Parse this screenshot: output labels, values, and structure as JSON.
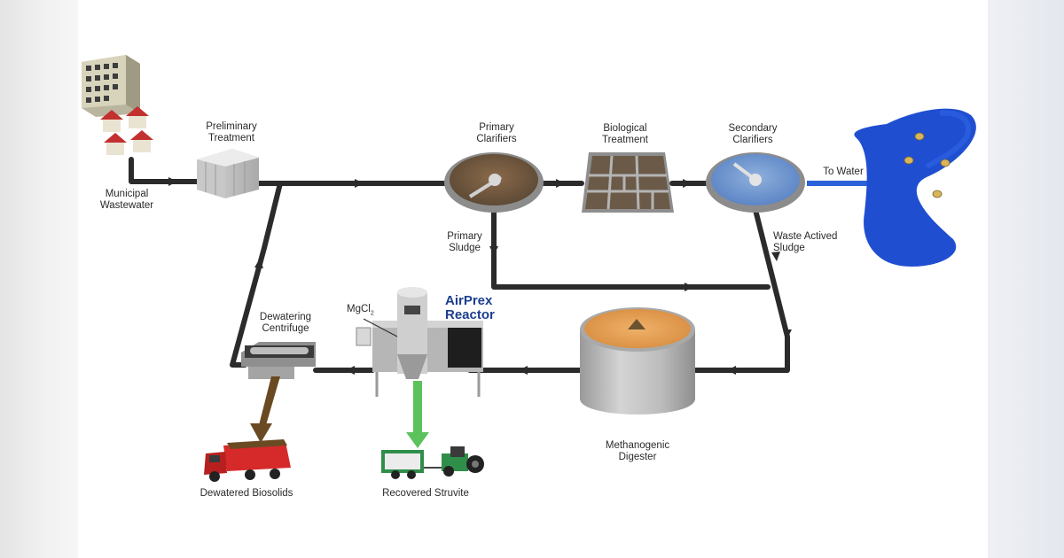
{
  "labels": {
    "municipal": "Municipal\nWastewater",
    "preliminary": "Preliminary\nTreatment",
    "primary_clarifiers": "Primary\nClarifiers",
    "biological": "Biological\nTreatment",
    "secondary_clarifiers": "Secondary\nClarifiers",
    "to_water": "To Water",
    "primary_sludge": "Primary\nSludge",
    "waste_sludge": "Waste Actived\nSludge",
    "airprex": "AirPrex\nReactor",
    "mgcl_base": "MgCl",
    "mgcl_sub": "2",
    "dewatering": "Dewatering\nCentrifuge",
    "digester": "Methanogenic\nDigester",
    "biosolids": "Dewatered Biosolids",
    "struvite": "Recovered Struvite"
  },
  "colors": {
    "pipe": "#2b2b2b",
    "water_body": "#1f4fd0",
    "to_water_arrow": "#2c62d8",
    "biosolids_arrow": "#6a4a22",
    "struvite_arrow": "#5cc25c",
    "airprex_text": "#1c3f8f",
    "digester_content": "#e6a45c",
    "truck": "#d62a2a",
    "tractor": "#2f8f4a"
  },
  "icons": [
    "apartment-building-icon",
    "house-icon",
    "shed-icon",
    "clarifier-icon",
    "biological-basin-icon",
    "lake-icon",
    "duck-icon",
    "reactor-icon",
    "centrifuge-icon",
    "digester-tank-icon",
    "dump-truck-icon",
    "tractor-icon"
  ]
}
